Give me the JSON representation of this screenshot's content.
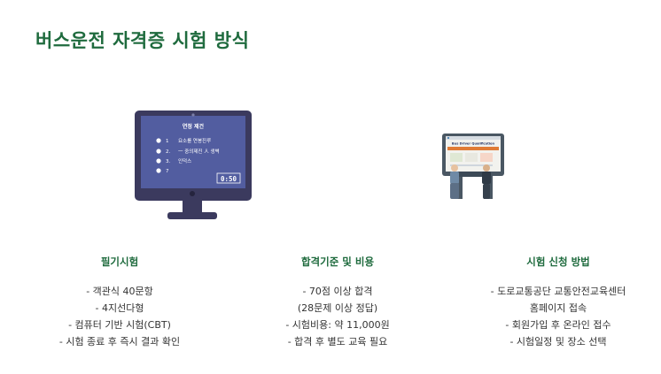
{
  "page": {
    "title": "버스운전 자격증 시험 방식"
  },
  "monitor": {
    "header": "연정 제건",
    "items": [
      {
        "num": "1",
        "text": "요소를 연봉진루"
      },
      {
        "num": "2.",
        "text": "一 중의제진 人 생벽"
      },
      {
        "num": "3.",
        "text": "인덕스"
      },
      {
        "num": "7",
        "text": ""
      }
    ],
    "timer": "0:50"
  },
  "kiosk": {
    "screen_title": "Bus Driver Qualification"
  },
  "sections": [
    {
      "title": "필기시험",
      "items": [
        "- 객관식 40문항",
        "- 4지선다형",
        "- 컴퓨터 기반 시험(CBT)",
        "- 시험 종료 후 즉시 결과 확인"
      ]
    },
    {
      "title": "합격기준 및 비용",
      "items": [
        "- 70점 이상 합격",
        "(28문제 이상 정답)",
        "- 시험비용: 약 11,000원",
        "- 합격 후 별도 교육 필요"
      ]
    },
    {
      "title": "시험 신청 방법",
      "items": [
        "- 도로교통공단 교통안전교육센터",
        "홈페이지 접속",
        "- 회원가입 후 온라인 접수",
        "- 시험일정 및 장소 선택"
      ]
    }
  ]
}
